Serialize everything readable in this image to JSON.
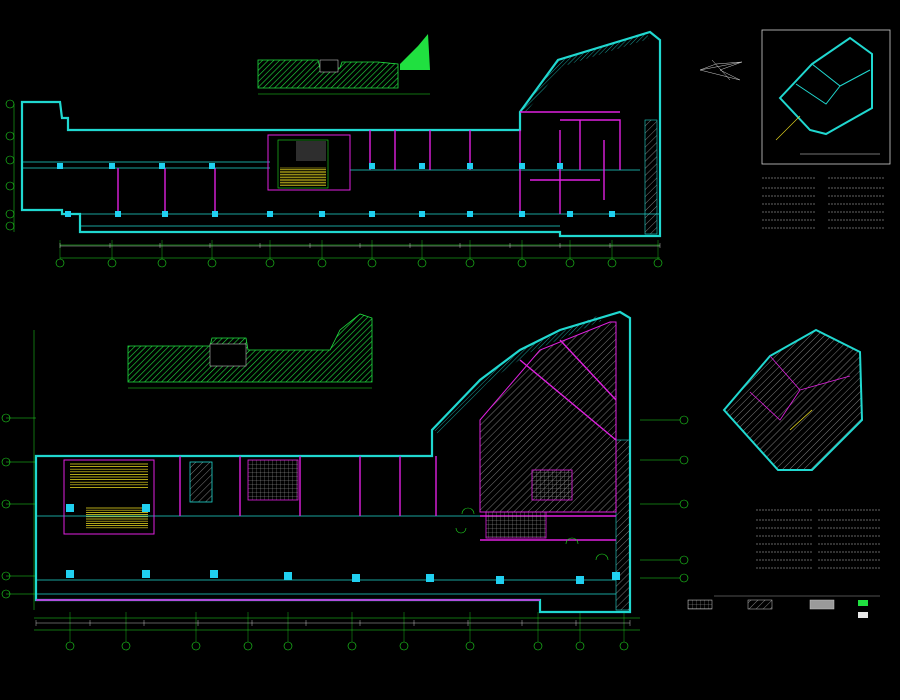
{
  "drawing": {
    "background": "#000000",
    "colors": {
      "wall": "#20d8d0",
      "partition": "#e020e0",
      "axis": "#20e020",
      "hatch": "#20e040",
      "text": "#e8e8e8",
      "stair": "#f0e020",
      "column": "#20d0f0",
      "pipe": "#d06060"
    }
  },
  "plans": [
    {
      "id": "upper",
      "title": "",
      "subtitle": ""
    },
    {
      "id": "lower",
      "title": "",
      "subtitle": ""
    }
  ],
  "insets": [
    {
      "id": "inset-upper-right",
      "title": ""
    },
    {
      "id": "inset-lower-right",
      "title": ""
    }
  ],
  "notes": {
    "upper": [],
    "lower": []
  },
  "legend": {
    "items": []
  }
}
